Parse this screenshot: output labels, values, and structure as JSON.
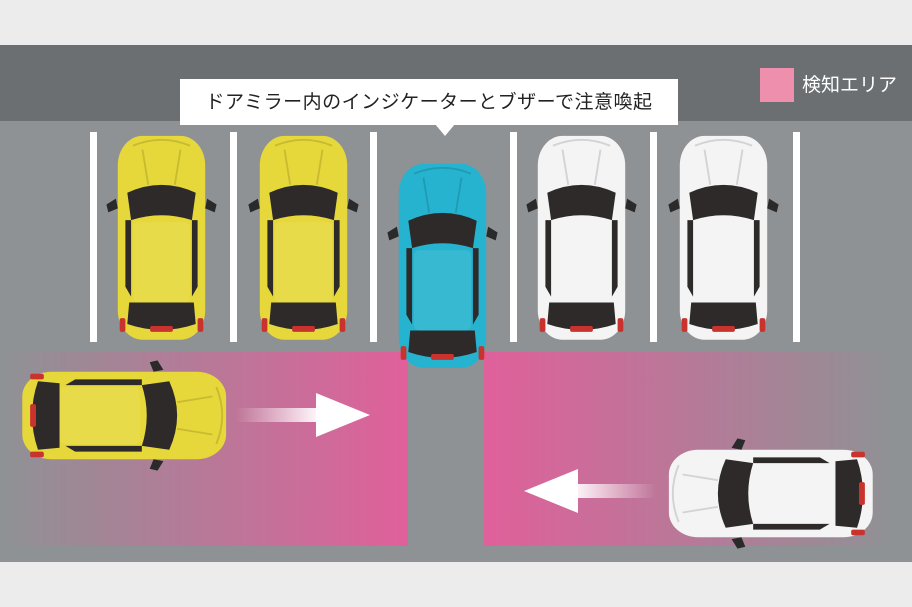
{
  "callout": {
    "text": "ドアミラー内のインジケーターとブザーで注意喚起"
  },
  "legend": {
    "label": "検知エリア",
    "color": "#ef8fae"
  },
  "colors": {
    "background": "#ececec",
    "road": "#8e9295",
    "road_band": "#6b6f72",
    "parking_line": "#ffffff",
    "detection_area": "#e0609b",
    "own_car": "#26b3cf",
    "yellow_car": "#e6d83a",
    "white_car": "#f4f4f4"
  },
  "cars": [
    {
      "id": "parked-yellow-1",
      "color": "yellow",
      "orientation": "front-up"
    },
    {
      "id": "parked-yellow-2",
      "color": "yellow",
      "orientation": "front-up"
    },
    {
      "id": "own-car-blue",
      "color": "blue",
      "orientation": "front-up"
    },
    {
      "id": "parked-white-1",
      "color": "white",
      "orientation": "front-up"
    },
    {
      "id": "parked-white-2",
      "color": "white",
      "orientation": "front-up"
    },
    {
      "id": "moving-yellow",
      "color": "yellow",
      "orientation": "front-right"
    },
    {
      "id": "moving-white",
      "color": "white",
      "orientation": "front-left"
    }
  ],
  "arrows": [
    {
      "id": "arrow-right",
      "direction": "right"
    },
    {
      "id": "arrow-left",
      "direction": "left"
    }
  ]
}
